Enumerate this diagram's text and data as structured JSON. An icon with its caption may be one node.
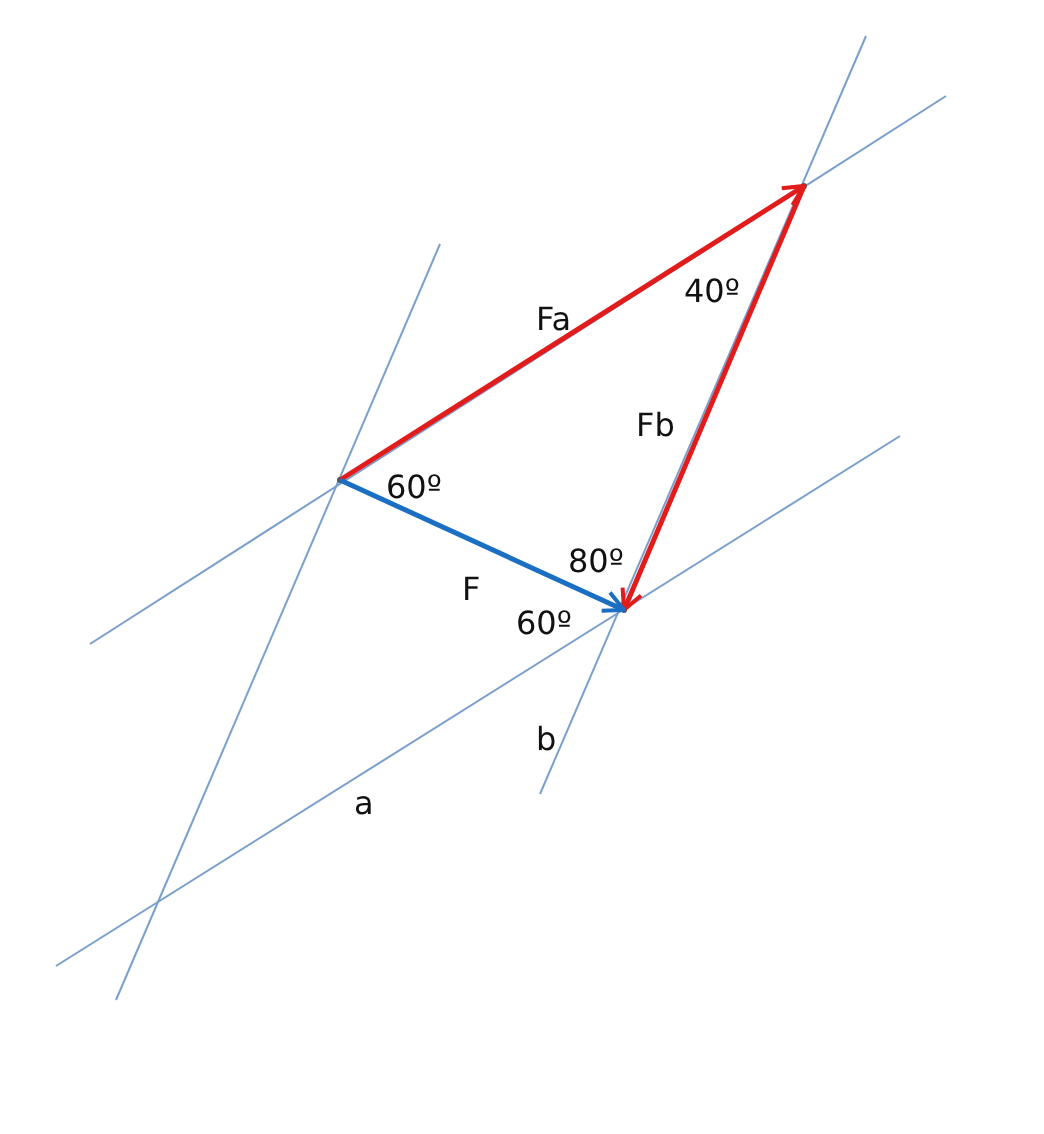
{
  "diagram": {
    "nodes": [
      {
        "text": [],
        "shape": "circle"
      },
      {
        "text": [],
        "shape": "circle"
      },
      {
        "text": [],
        "shape": "circle"
      }
    ],
    "edges": [
      {
        "from": 0,
        "to": 1,
        "arrow": "to",
        "label": "Fa"
      },
      {
        "from": 1,
        "to": 2,
        "arrow": "to",
        "label": "Fb"
      },
      {
        "from": 0,
        "to": 2,
        "arrow": "to",
        "label": "F",
        "color": "#1b6fc2"
      }
    ],
    "labels": [
      "40º",
      "60º",
      "80º",
      "60º",
      "b",
      "a"
    ]
  }
}
